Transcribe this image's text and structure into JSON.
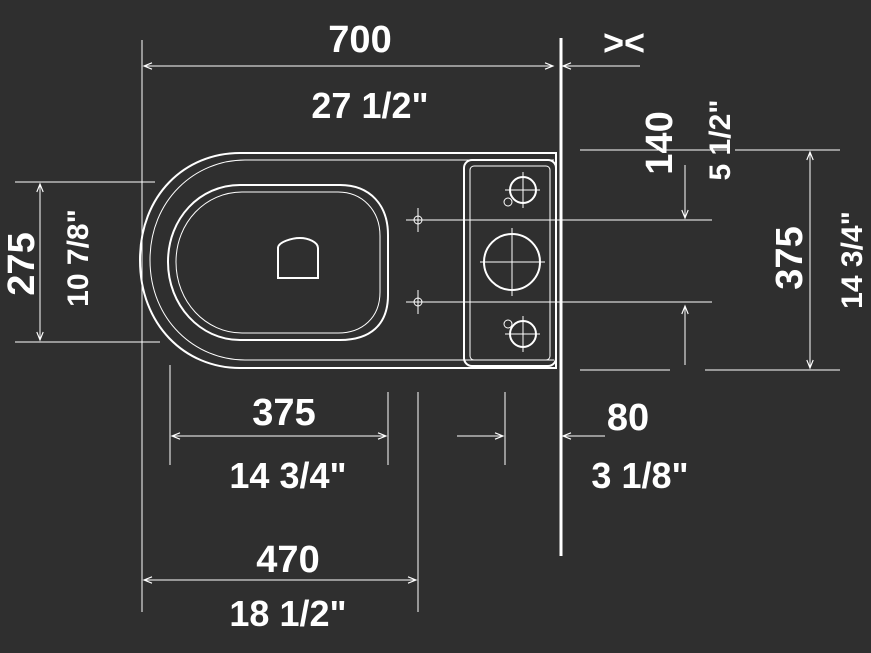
{
  "drawing": {
    "background": "#2f2f2f",
    "stroke_color": "#ffffff",
    "dimensions": {
      "overall_length_mm": "700",
      "overall_length_in": "27 1/2\"",
      "wall_symbol": "><",
      "outlet_offset_mm": "140",
      "outlet_offset_in": "5 1/2\"",
      "fixing_spacing_mm": "375",
      "fixing_spacing_in": "14 3/4\"",
      "seat_width_mm": "275",
      "seat_width_in": "10 7/8\"",
      "bowl_depth_mm": "375",
      "bowl_depth_in": "14 3/4\"",
      "cistern_gap_mm": "80",
      "cistern_gap_in": "3 1/8\"",
      "rear_depth_mm": "470",
      "rear_depth_in": "18 1/2\""
    }
  }
}
